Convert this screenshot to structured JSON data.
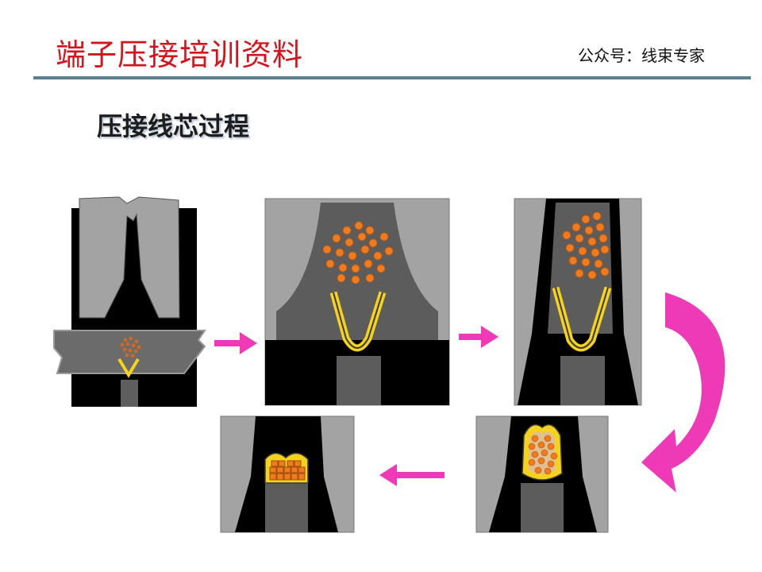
{
  "header": {
    "title": "端子压接培训资料",
    "account": "公众号：线束专家"
  },
  "slide": {
    "subtitle": "压接线芯过程"
  },
  "colors": {
    "title_red": "#d4141c",
    "rule": "#5b7f8e",
    "arrow": "#ee3ab6",
    "die_gray": "#a3a3a3",
    "dark_gray": "#5c5c5c",
    "terminal_yellow": "#f5d21c",
    "strand_orange": "#f07a1e"
  },
  "stages": [
    {
      "name": "stage-1-overview"
    },
    {
      "name": "stage-2-insert"
    },
    {
      "name": "stage-3-press"
    },
    {
      "name": "stage-4-fold"
    },
    {
      "name": "stage-5-compressed"
    }
  ]
}
